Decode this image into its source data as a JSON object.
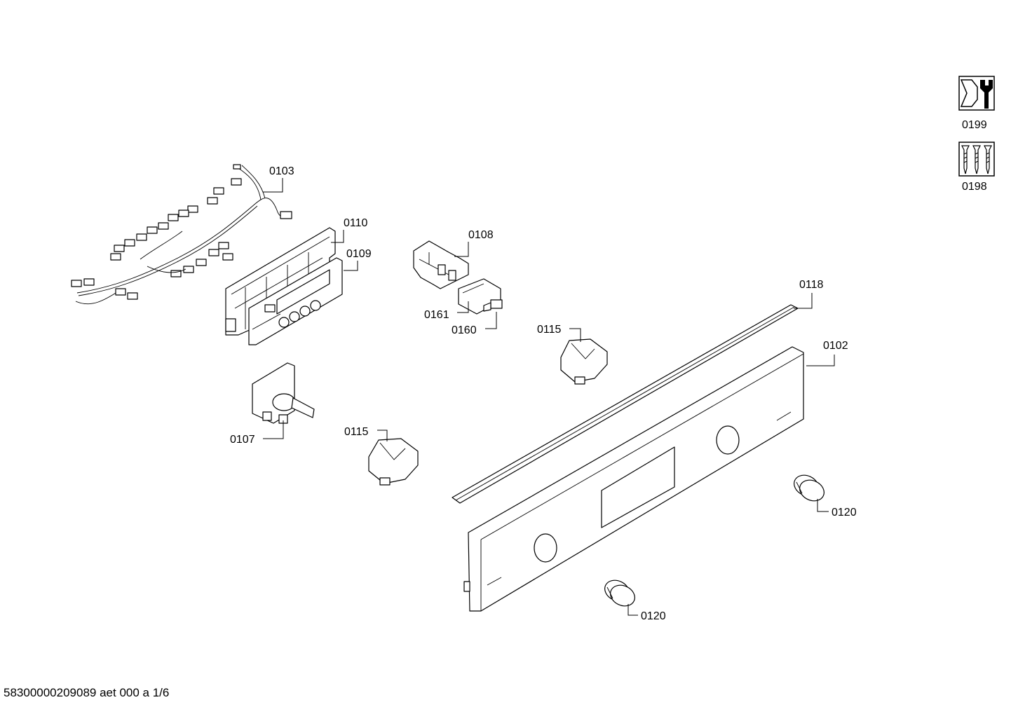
{
  "parts": [
    {
      "id": "0103",
      "name": "wiring-harness"
    },
    {
      "id": "0110",
      "name": "module-bracket"
    },
    {
      "id": "0109",
      "name": "control-module-board"
    },
    {
      "id": "0108",
      "name": "switch-holder"
    },
    {
      "id": "0161",
      "name": "switch-bracket"
    },
    {
      "id": "0160",
      "name": "switch-plug"
    },
    {
      "id": "0118",
      "name": "trim-strip"
    },
    {
      "id": "0115",
      "name": "knob-holder"
    },
    {
      "id": "0102",
      "name": "control-panel"
    },
    {
      "id": "0107",
      "name": "rotary-selector"
    },
    {
      "id": "0120",
      "name": "control-knob"
    }
  ],
  "callouts": {
    "p0103": "0103",
    "p0110": "0110",
    "p0109": "0109",
    "p0108": "0108",
    "p0161": "0161",
    "p0160": "0160",
    "p0118": "0118",
    "p0115a": "0115",
    "p0102": "0102",
    "p0107": "0107",
    "p0115b": "0115",
    "p0120a": "0120",
    "p0120b": "0120"
  },
  "icons": {
    "tool_kit": {
      "icon": "wrench-icon",
      "label": "0199"
    },
    "screw_kit": {
      "icon": "screws-icon",
      "label": "0198"
    }
  },
  "footer": "58300000209089 aet 000 a 1/6"
}
